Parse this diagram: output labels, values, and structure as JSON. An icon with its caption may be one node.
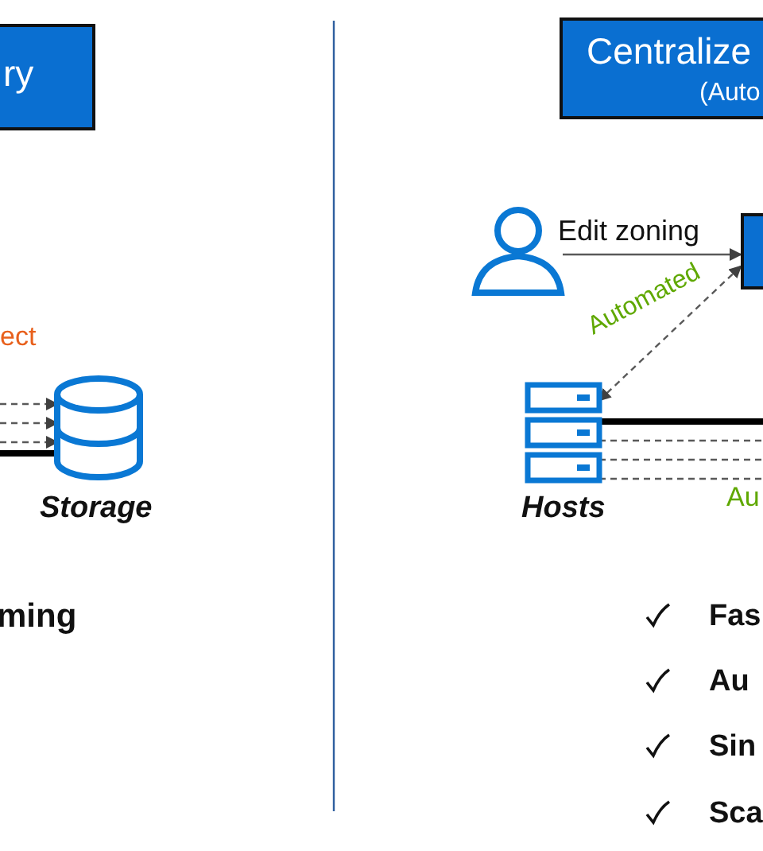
{
  "diagram": {
    "nodes": [
      {
        "text": [
          "ry"
        ]
      },
      {
        "text": [
          "Centralize",
          "(Auto"
        ]
      },
      {
        "text": [
          "Storage"
        ]
      },
      {
        "text": [],
        "shape": "person"
      },
      {
        "text": [],
        "shape": "box"
      },
      {
        "text": [
          "Hosts"
        ]
      }
    ],
    "edges": [
      {
        "from": null,
        "to": 2,
        "arrow": "to",
        "style": "dashed"
      },
      {
        "from": null,
        "to": 2,
        "arrow": "to",
        "style": "dashed"
      },
      {
        "from": null,
        "to": 2,
        "arrow": "to",
        "style": "dashed"
      },
      {
        "from": null,
        "to": 2,
        "arrow": "none",
        "style": "thick",
        "color": "#000000"
      },
      {
        "from": 3,
        "to": 4,
        "arrow": "to",
        "label": "Edit zoning"
      },
      {
        "from": 4,
        "to": 5,
        "arrow": "both",
        "style": "dashed",
        "label": "Automated"
      },
      {
        "from": 5,
        "to": null,
        "arrow": "none",
        "style": "thick",
        "color": "#000000"
      },
      {
        "from": 5,
        "to": null,
        "arrow": "none",
        "style": "dashed"
      },
      {
        "from": 5,
        "to": null,
        "arrow": "none",
        "style": "dashed"
      },
      {
        "from": 5,
        "to": null,
        "arrow": "none",
        "style": "dashed",
        "label": "Au"
      }
    ],
    "labels": [
      "ect",
      "ming",
      "Fas",
      "Au",
      "Sin",
      "Sca"
    ]
  }
}
